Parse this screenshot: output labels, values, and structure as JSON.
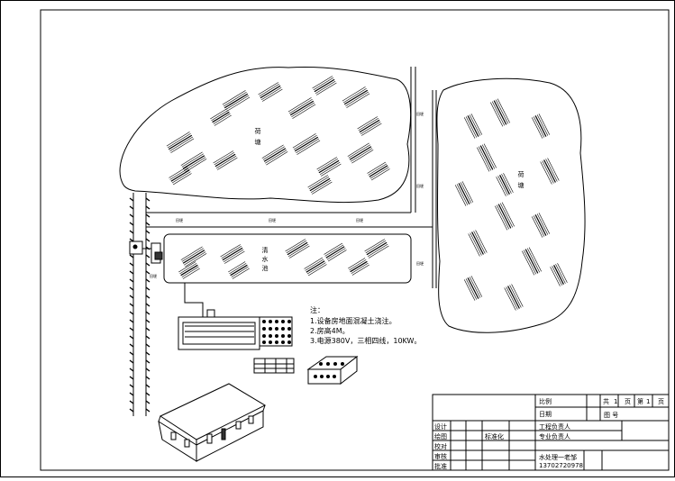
{
  "ponds": {
    "pond_left_label": "荷\n塘",
    "pond_right_label": "荷\n塘",
    "clear_pool_label": "清\n水\n池"
  },
  "path_labels": {
    "road_a": "田埂",
    "road_b": "田埂",
    "road_c": "田埂",
    "road_d": "田埂",
    "road_e": "田埂",
    "road_f": "田埂",
    "road_g": "田埂"
  },
  "notes": {
    "heading": "注：",
    "line1": "1.设备房地面混凝土浇注。",
    "line2": "2.房高4M。",
    "line3": "3.电源380V，三相四线，10KW。"
  },
  "title_block": {
    "scale_label": "比例",
    "date_label": "日期",
    "total_label": "共",
    "total_pages": "1",
    "page_unit1": "页",
    "sheet_label": "第",
    "sheet_number": "1",
    "page_unit2": "页",
    "drawing_no_label": "图  号",
    "design_label": "设计",
    "draw_label": "绘图",
    "standard_label": "标准化",
    "check_label": "校对",
    "review_label": "审核",
    "approve_label": "批准",
    "project_lead_label": "工程负责人",
    "specialist_lead_label": "专业负责人",
    "company": "水处理一老邹",
    "phone": "13702720978"
  }
}
